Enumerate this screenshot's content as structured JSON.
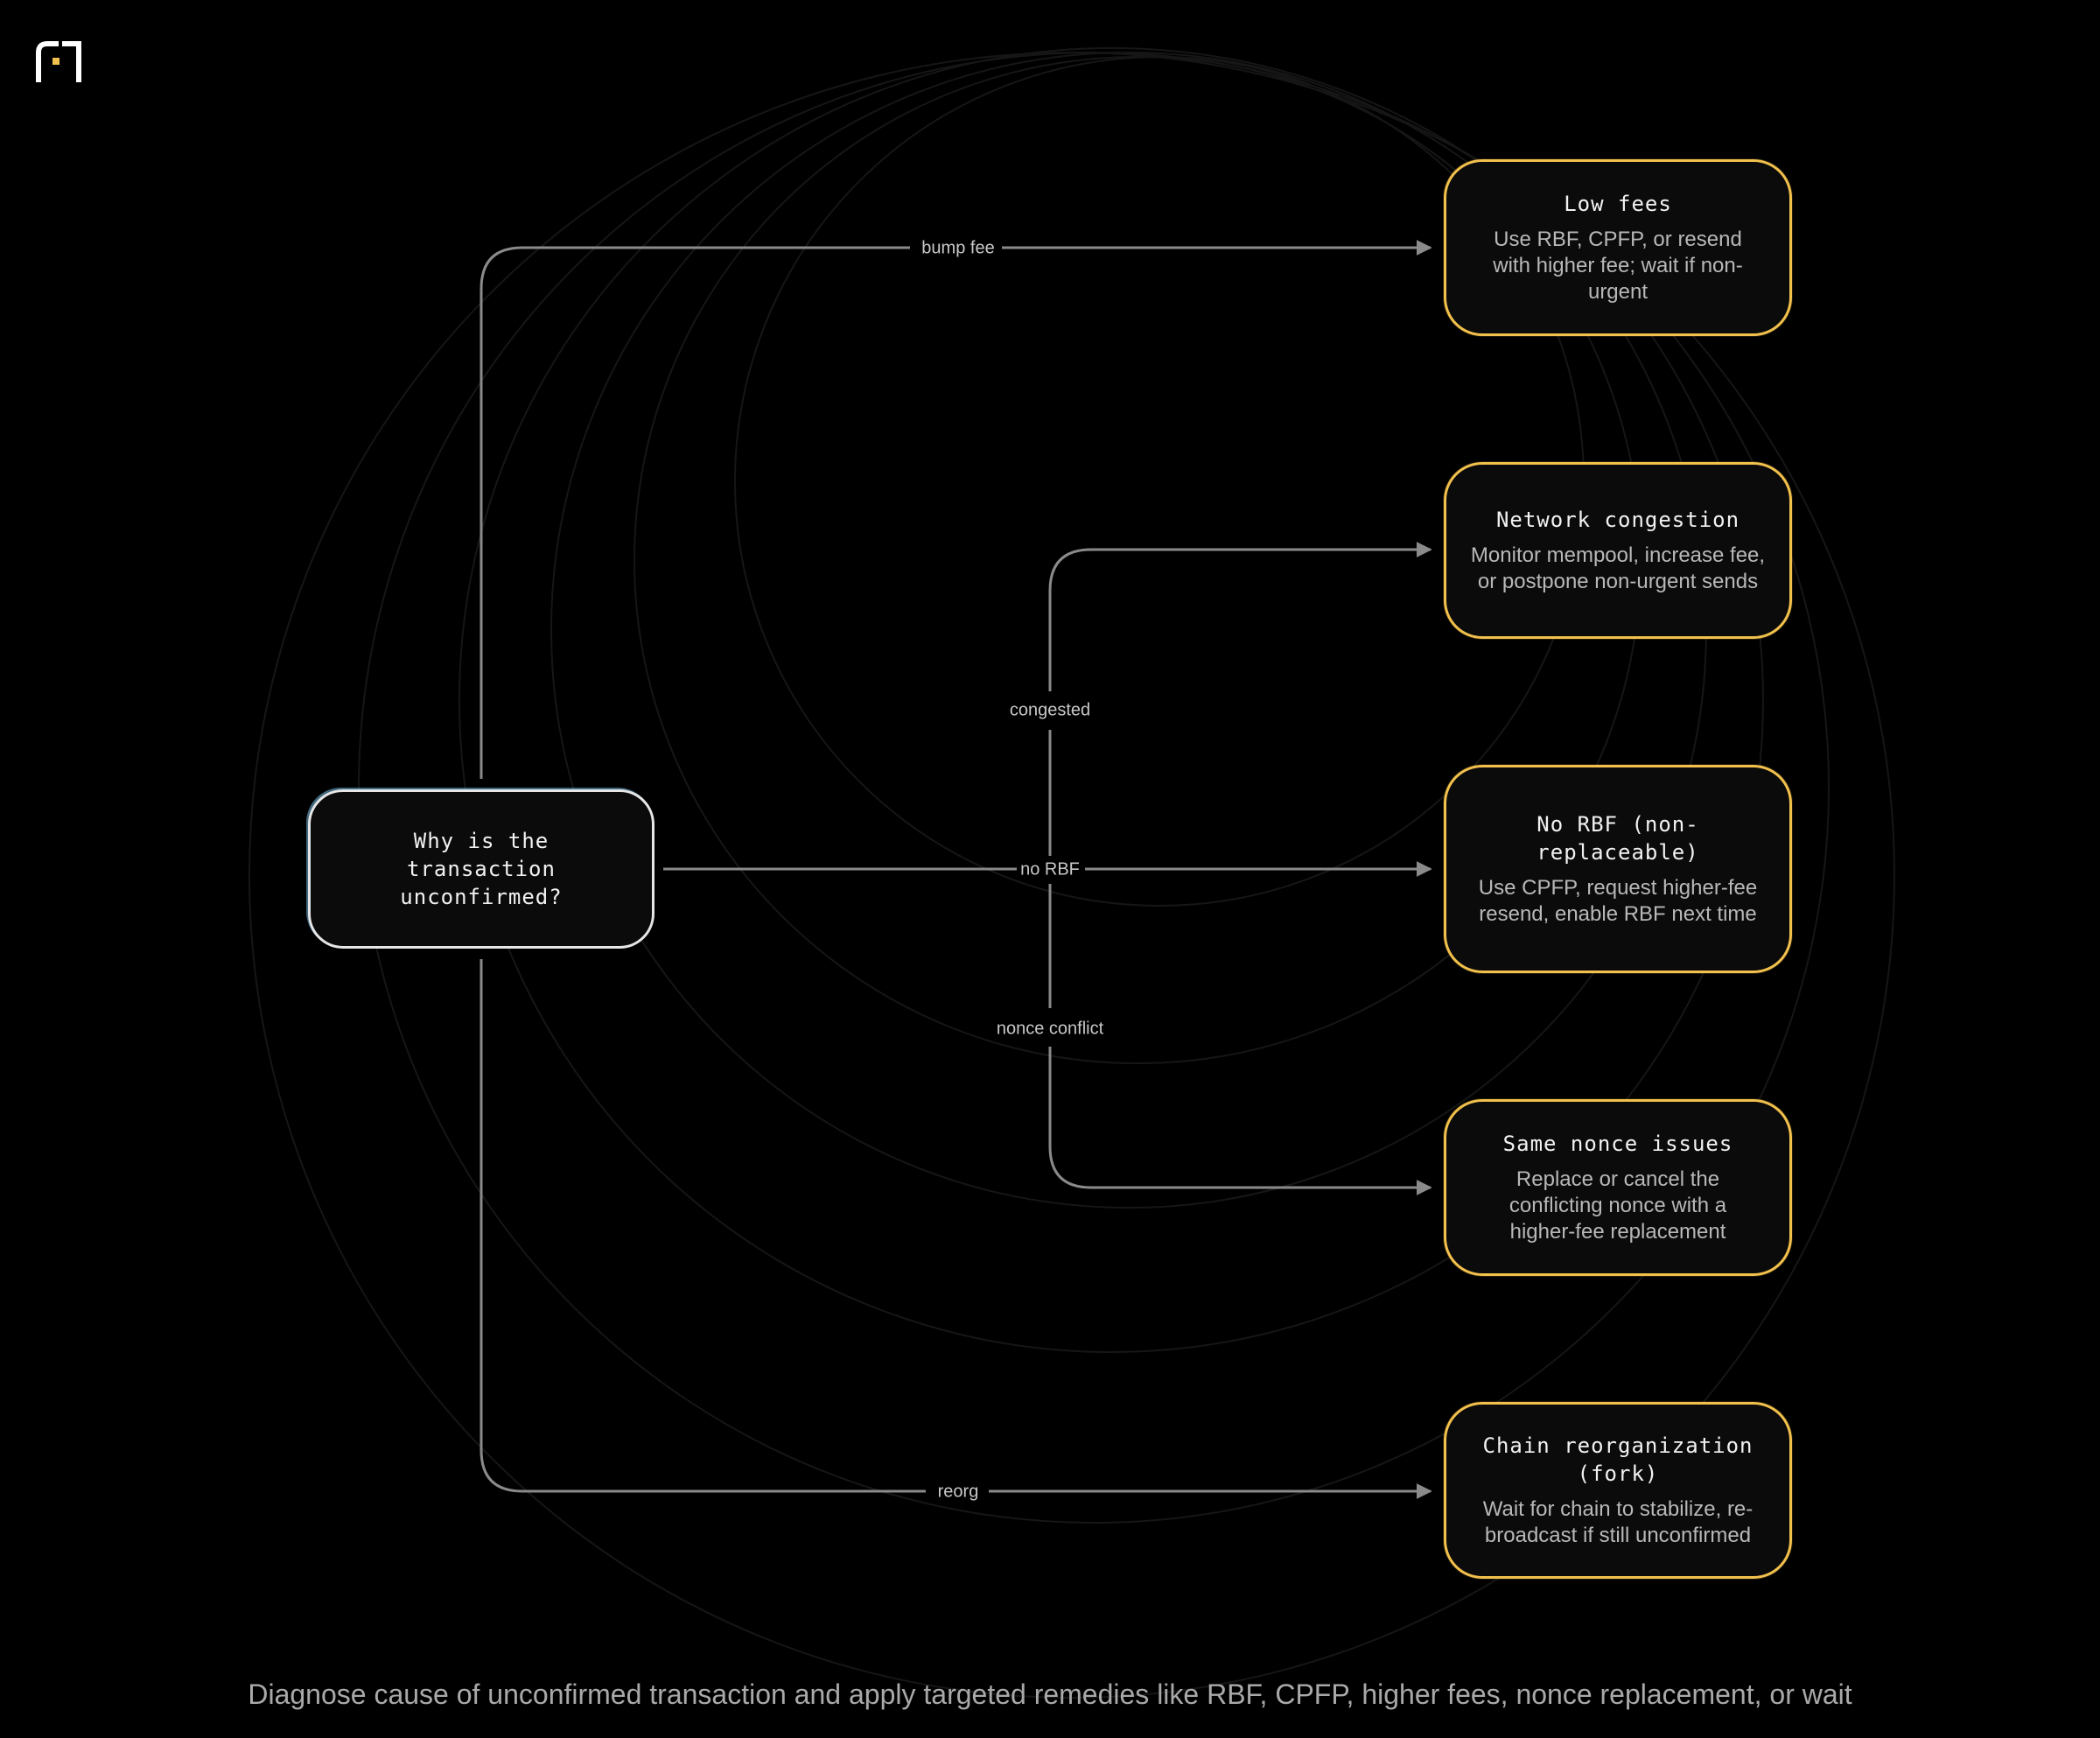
{
  "caption": "Diagnose cause of unconfirmed transaction and apply targeted remedies like RBF, CPFP, higher fees, nonce replacement, or wait",
  "logo": {
    "icon": "f1-logo-icon",
    "accent": "#f2c04c"
  },
  "root": {
    "title": "Why is the transaction unconfirmed?"
  },
  "remedies": [
    {
      "title": "Low fees",
      "desc": "Use RBF, CPFP, or resend with higher fee; wait if non-urgent"
    },
    {
      "title": "Network congestion",
      "desc": "Monitor mempool, increase fee, or postpone non-urgent sends"
    },
    {
      "title": "No RBF (non-replaceable)",
      "desc": "Use CPFP, request higher-fee resend, enable RBF next time"
    },
    {
      "title": "Same nonce issues",
      "desc": "Replace or cancel the conflicting nonce with a higher-fee replacement"
    },
    {
      "title": "Chain reorganization (fork)",
      "desc": "Wait for chain to stabilize, re-broadcast if still unconfirmed"
    }
  ],
  "edges": [
    {
      "label": "bump fee",
      "to": 0
    },
    {
      "label": "congested",
      "to": 1
    },
    {
      "label": "no RBF",
      "to": 2
    },
    {
      "label": "nonce conflict",
      "to": 3
    },
    {
      "label": "reorg",
      "to": 4
    }
  ],
  "colors": {
    "remedy_border": "#f2c04c",
    "root_border": "#e6e6e6",
    "edge": "#8a8a8a",
    "background": "#000000"
  }
}
